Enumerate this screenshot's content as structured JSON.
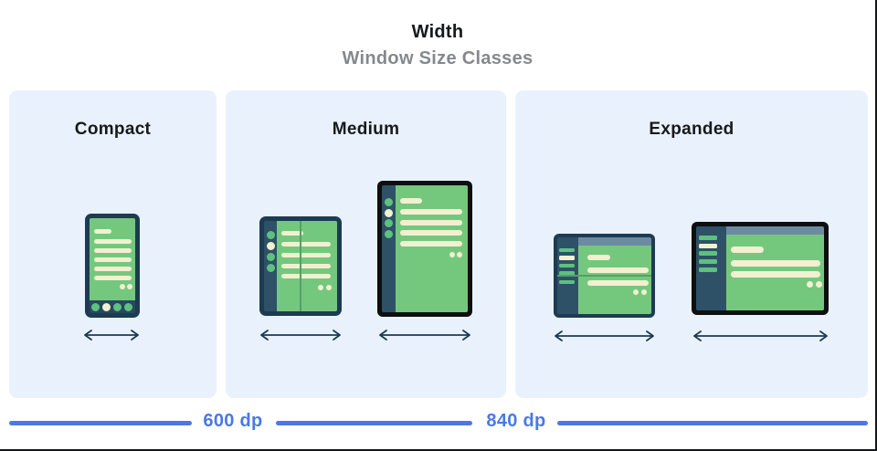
{
  "header": {
    "title": "Width",
    "subtitle": "Window Size Classes"
  },
  "panels": [
    {
      "label": "Compact",
      "devices": [
        {
          "type": "phone-portrait"
        }
      ]
    },
    {
      "label": "Medium",
      "devices": [
        {
          "type": "foldable-open-portrait"
        },
        {
          "type": "tablet-portrait"
        }
      ]
    },
    {
      "label": "Expanded",
      "devices": [
        {
          "type": "foldable-open-landscape"
        },
        {
          "type": "tablet-landscape"
        }
      ]
    }
  ],
  "ruler": {
    "breakpoints": [
      "600 dp",
      "840 dp"
    ]
  },
  "colors": {
    "page_background": "#ffffff",
    "panel_background": "#e9f2fc",
    "heading_text": "#17191b",
    "subheading_text": "#85898d",
    "frame_navy": "#1d3b52",
    "frame_black": "#0d0f10",
    "rail_navy": "#2e5168",
    "navbar_navy": "#27485e",
    "screen_green": "#74c87e",
    "accent_green": "#5ec17f",
    "fold_green": "#55a065",
    "content_cream": "#f2f0d0",
    "topbar_slate": "#6c8ba2",
    "arrow_navy": "#1d3950",
    "ruler_blue": "#4a79e5"
  }
}
